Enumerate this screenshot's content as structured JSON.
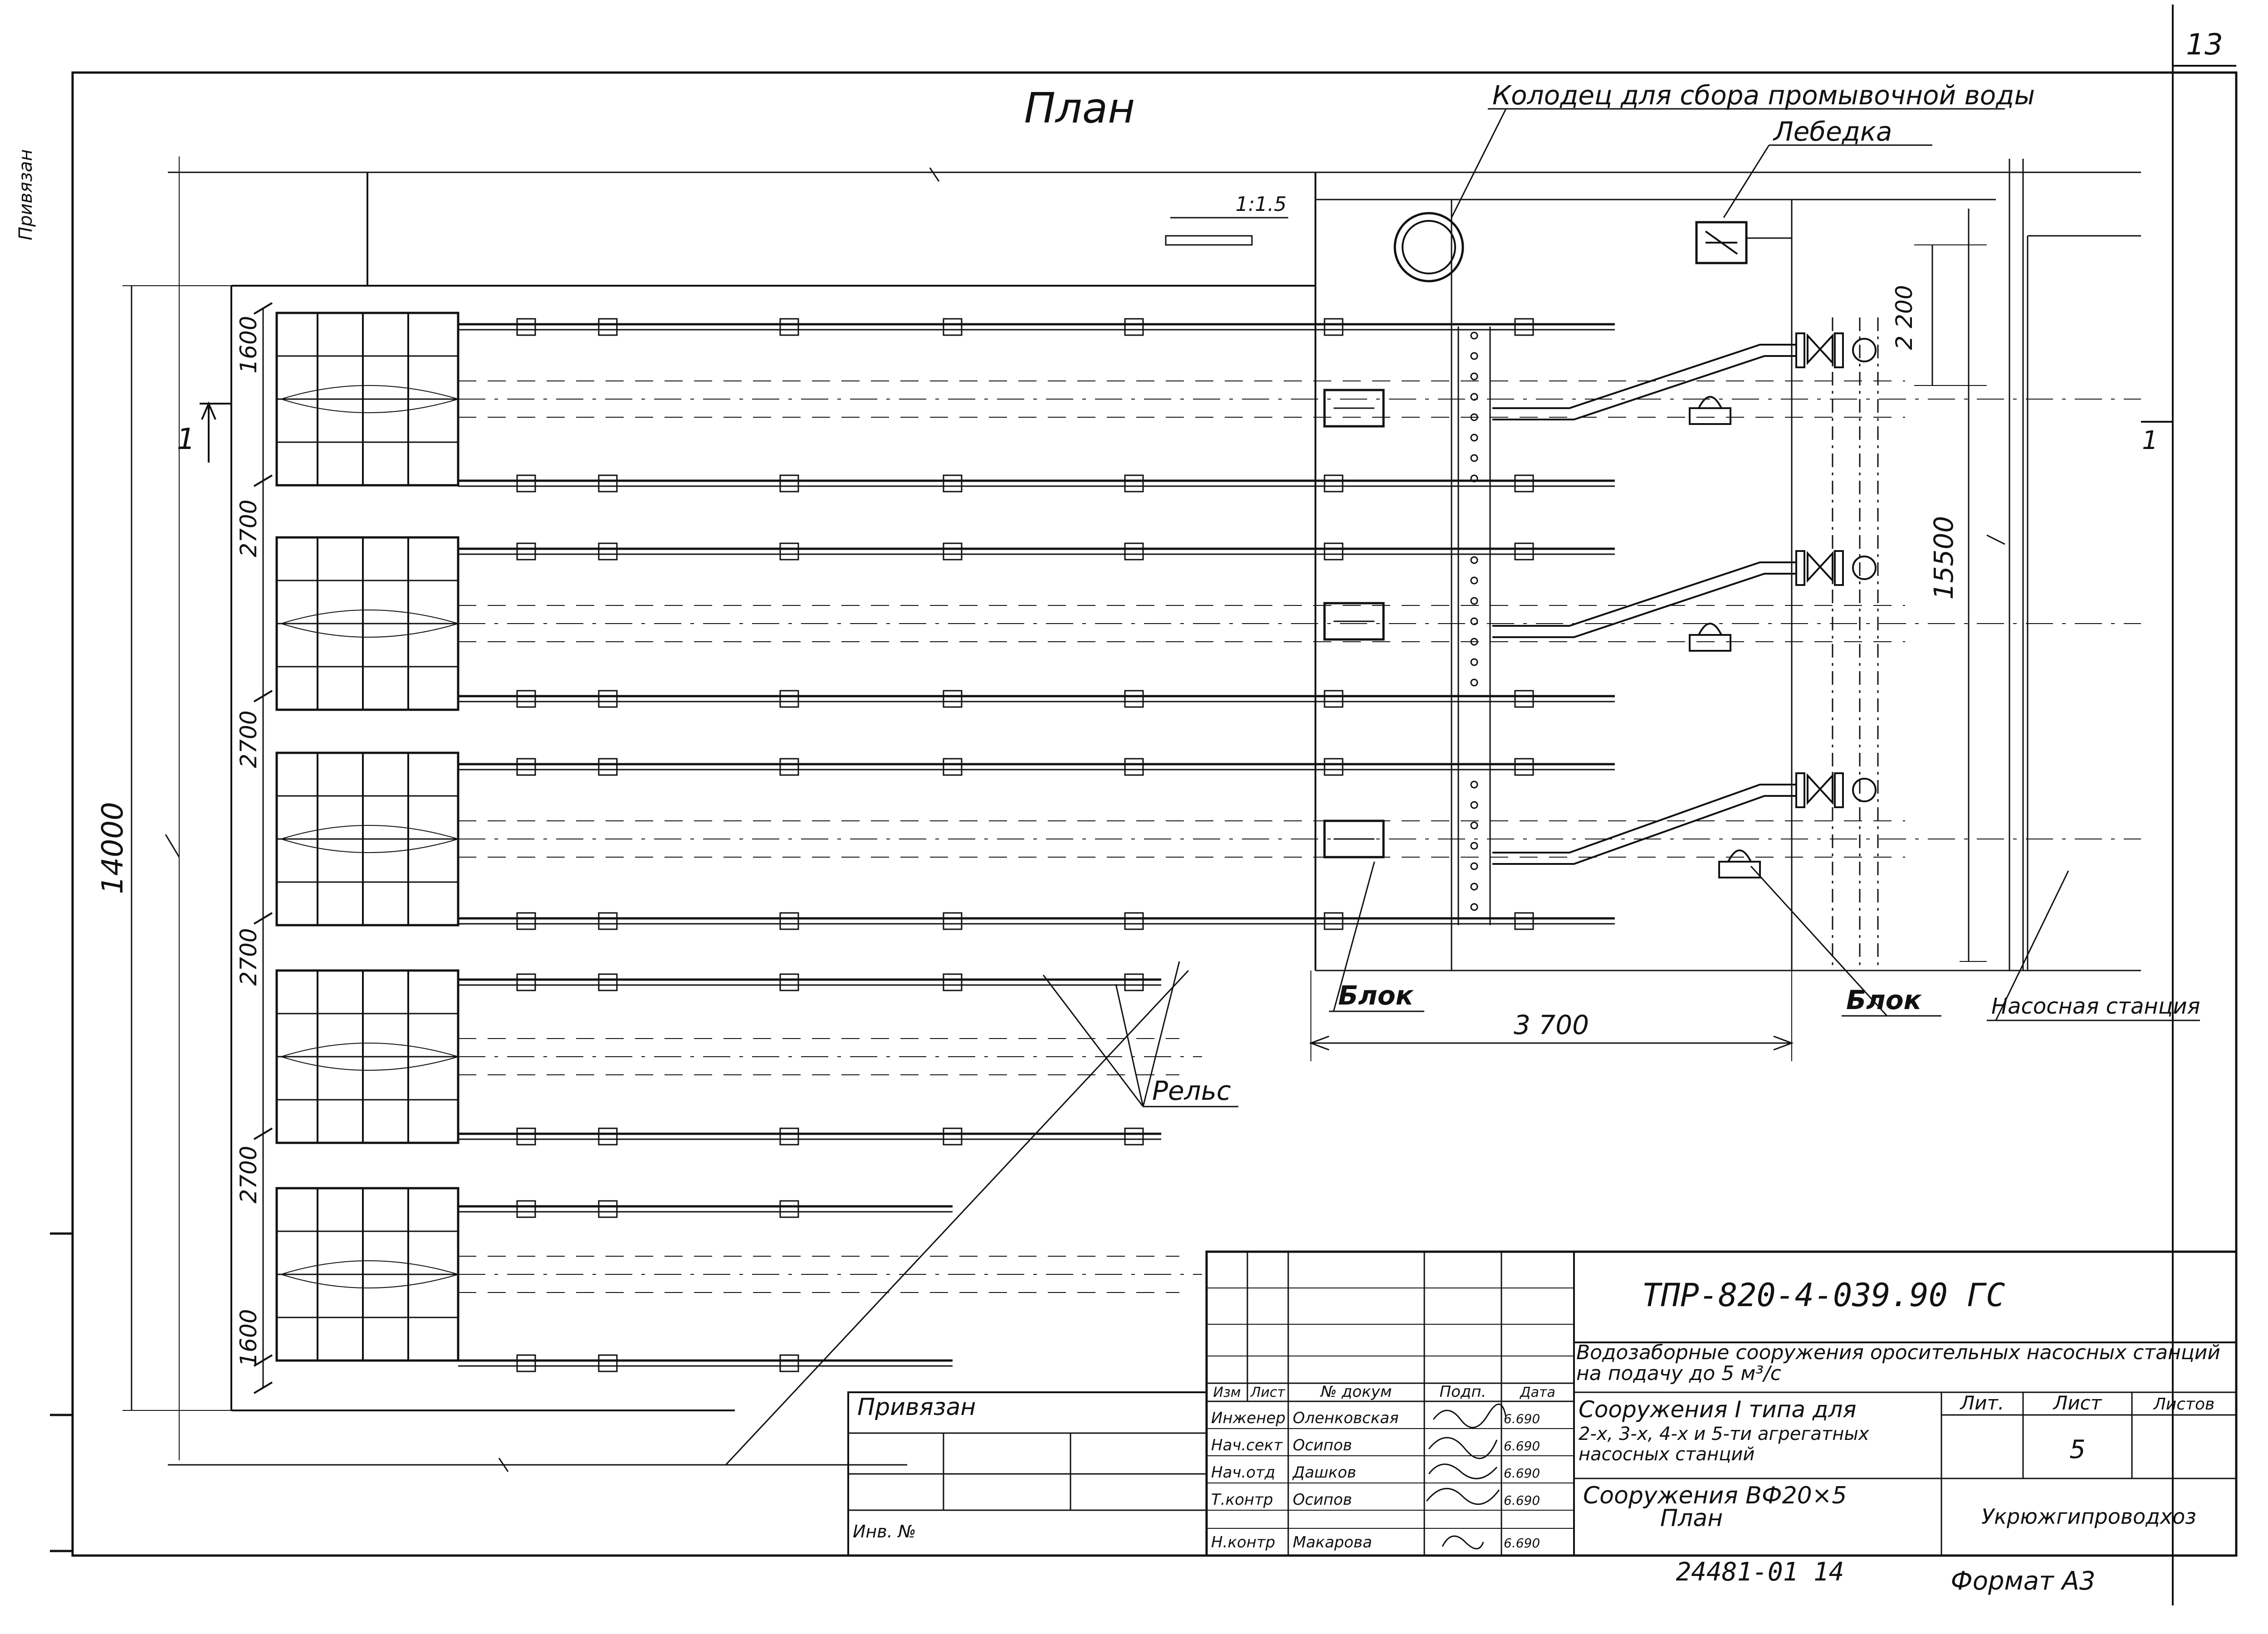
{
  "sheet": {
    "page_number": "13",
    "format": "Формат А3",
    "archive_number": "24481-01 14",
    "side_margin_text": "Привязан"
  },
  "plan": {
    "title": "План",
    "callouts": {
      "well": "Колодец для сбора промывочной воды",
      "winch": "Лебедка",
      "block_left": "Блок",
      "block_right": "Блок",
      "rail": "Рельс",
      "pump_station": "Насосная станция"
    },
    "slope": "1:1.5",
    "section_marks": [
      "1",
      "1"
    ],
    "dimensions": {
      "overall_height": "14000",
      "pump_area_height": "15500",
      "width_3700": "3 700",
      "top_2200": "2 200",
      "left_column": [
        "1600",
        "2700",
        "2700",
        "2700",
        "2700",
        "1600"
      ]
    }
  },
  "title_block": {
    "doc_code": "ТПР-820-4-039.90   ГС",
    "project_title": "Водозаборные сооружения оросительных насосных станций на подачу до 5 м³/с",
    "sheet_title_line1": "Сооружения I типа для",
    "sheet_title_line2": "2-х, 3-х, 4-х и 5-ти агрегатных",
    "sheet_title_line3": "насосных станций",
    "drawing_title_line1": "Сооружения ВФ20×5",
    "drawing_title_line2": "План",
    "organization": "Укрюжгипроводхоз",
    "stage_header": "Лит.",
    "sheet_header": "Лист",
    "sheets_header": "Листов",
    "sheet_value": "5",
    "col_headers": [
      "Изм",
      "Лист",
      "№ докум",
      "Подп.",
      "Дата"
    ],
    "signatures": [
      {
        "role": "Инженер",
        "name": "Оленковская",
        "date": "6.690"
      },
      {
        "role": "Нач.сект",
        "name": "Осипов",
        "date": "6.690"
      },
      {
        "role": "Нач.отд",
        "name": "Дашков",
        "date": "6.690"
      },
      {
        "role": "Т.контр",
        "name": "Осипов",
        "date": "6.690"
      },
      {
        "role": "Н.контр",
        "name": "Макарова",
        "date": "6.690"
      }
    ],
    "tied_label": "Привязан",
    "inv_label": "Инв. №"
  }
}
